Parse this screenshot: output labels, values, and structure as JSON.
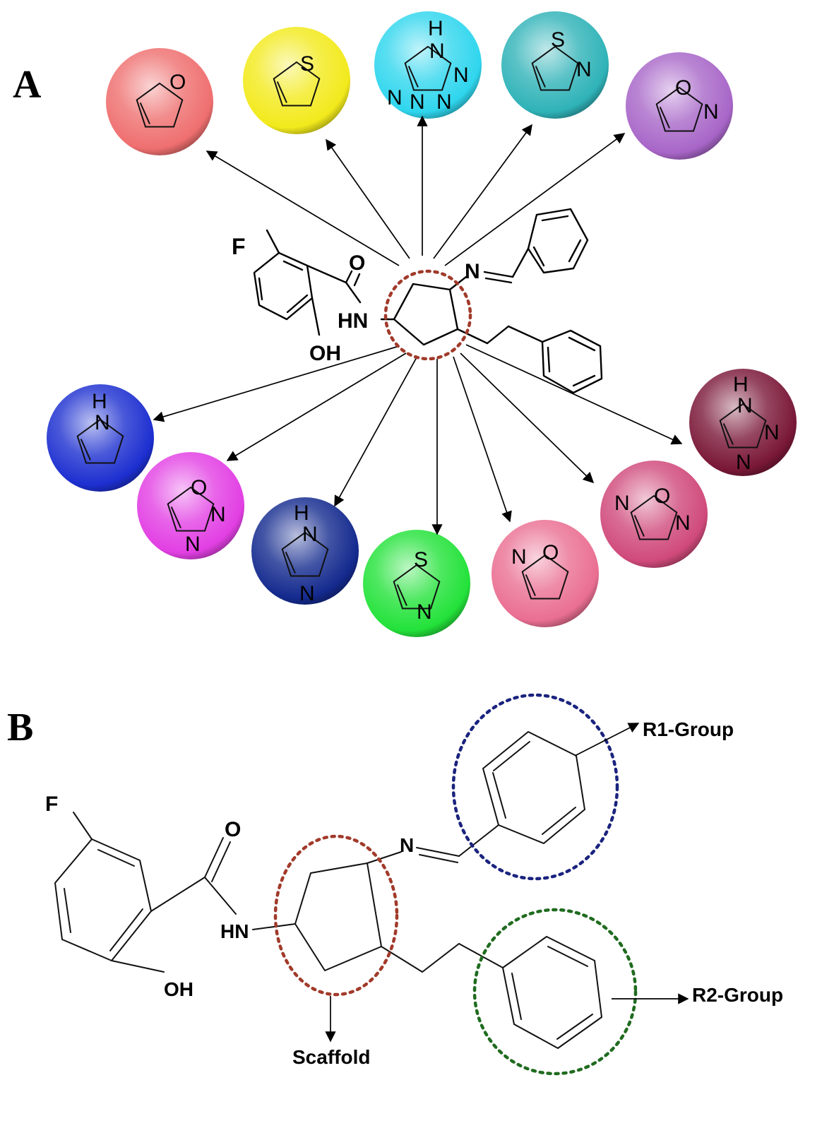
{
  "panels": {
    "a": {
      "letter": "A"
    },
    "b": {
      "letter": "B"
    }
  },
  "colors": {
    "scaffold_circle": "#a13a2a",
    "r1_circle": "#1a237e",
    "r2_circle": "#1f6b1f"
  },
  "core_labels": {
    "fluorine": "F",
    "carbonyl_oxygen": "O",
    "amide_nh": "HN",
    "hydroxyl": "OH",
    "imine_n": "N"
  },
  "heterocycles": [
    {
      "id": "furan",
      "color": "#ef6f6f",
      "atoms": [
        "O"
      ]
    },
    {
      "id": "thiophene",
      "color": "#f2ea1c",
      "atoms": [
        "S"
      ]
    },
    {
      "id": "tetrazole",
      "color": "#2fd6ee",
      "atoms": [
        "H",
        "N",
        "N",
        "N",
        "N",
        "N"
      ]
    },
    {
      "id": "isothiazole",
      "color": "#2fb3b8",
      "atoms": [
        "S",
        "N"
      ]
    },
    {
      "id": "isoxazole",
      "color": "#a866c8",
      "atoms": [
        "O",
        "N"
      ]
    },
    {
      "id": "pyrrole",
      "color": "#1d2fd0",
      "atoms": [
        "H",
        "N"
      ]
    },
    {
      "id": "oxadiazole-1-2-4",
      "color": "#e23fe3",
      "atoms": [
        "O",
        "N",
        "N"
      ]
    },
    {
      "id": "imidazole",
      "color": "#142a8e",
      "atoms": [
        "H",
        "N",
        "N"
      ]
    },
    {
      "id": "thiazole",
      "color": "#23e23a",
      "atoms": [
        "S",
        "N"
      ]
    },
    {
      "id": "dihydroisoxazole",
      "color": "#ea6f92",
      "atoms": [
        "N",
        "O"
      ]
    },
    {
      "id": "oxadiazole-1-2-5",
      "color": "#d04a7a",
      "atoms": [
        "N",
        "O",
        "N"
      ]
    },
    {
      "id": "triazole",
      "color": "#7a1838",
      "atoms": [
        "H",
        "N",
        "N",
        "N"
      ]
    }
  ],
  "panel_b_labels": {
    "r1": "R1-Group",
    "r2": "R2-Group",
    "scaffold": "Scaffold"
  }
}
